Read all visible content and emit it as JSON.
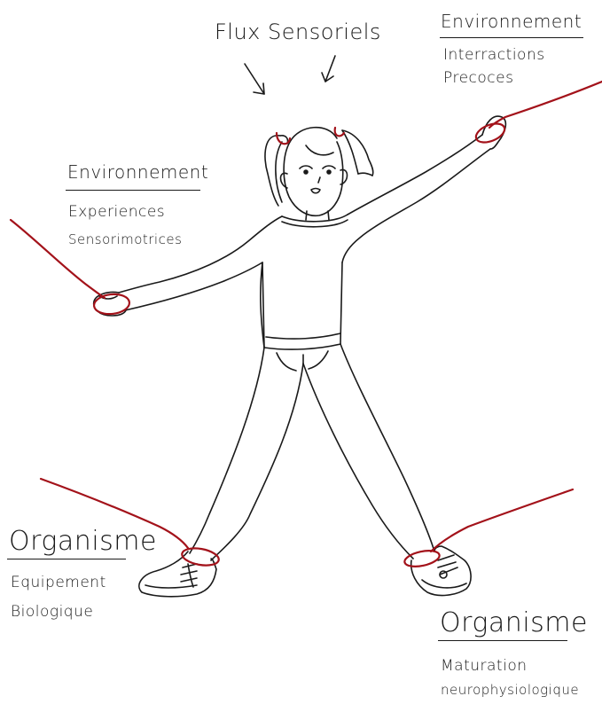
{
  "labels": {
    "top_center": "Flux Sensoriels",
    "top_right": {
      "title": "Environnement",
      "lines": [
        "Interractions",
        "Precoces"
      ]
    },
    "left_mid": {
      "title": "Environnement",
      "lines": [
        "Experiences",
        "Sensorimotrices"
      ]
    },
    "bottom_left": {
      "title": "Organisme",
      "lines": [
        "Equipement",
        "Biologique"
      ]
    },
    "bottom_right": {
      "title": "Organisme",
      "lines": [
        "Maturation",
        "neurophysiologique"
      ]
    }
  },
  "colors": {
    "string": "#a3121a",
    "ink": "#1a1a1a",
    "background": "#ffffff"
  },
  "icons": [
    "arrow-down-right-icon",
    "arrow-down-left-icon",
    "girl-figure-illustration"
  ]
}
